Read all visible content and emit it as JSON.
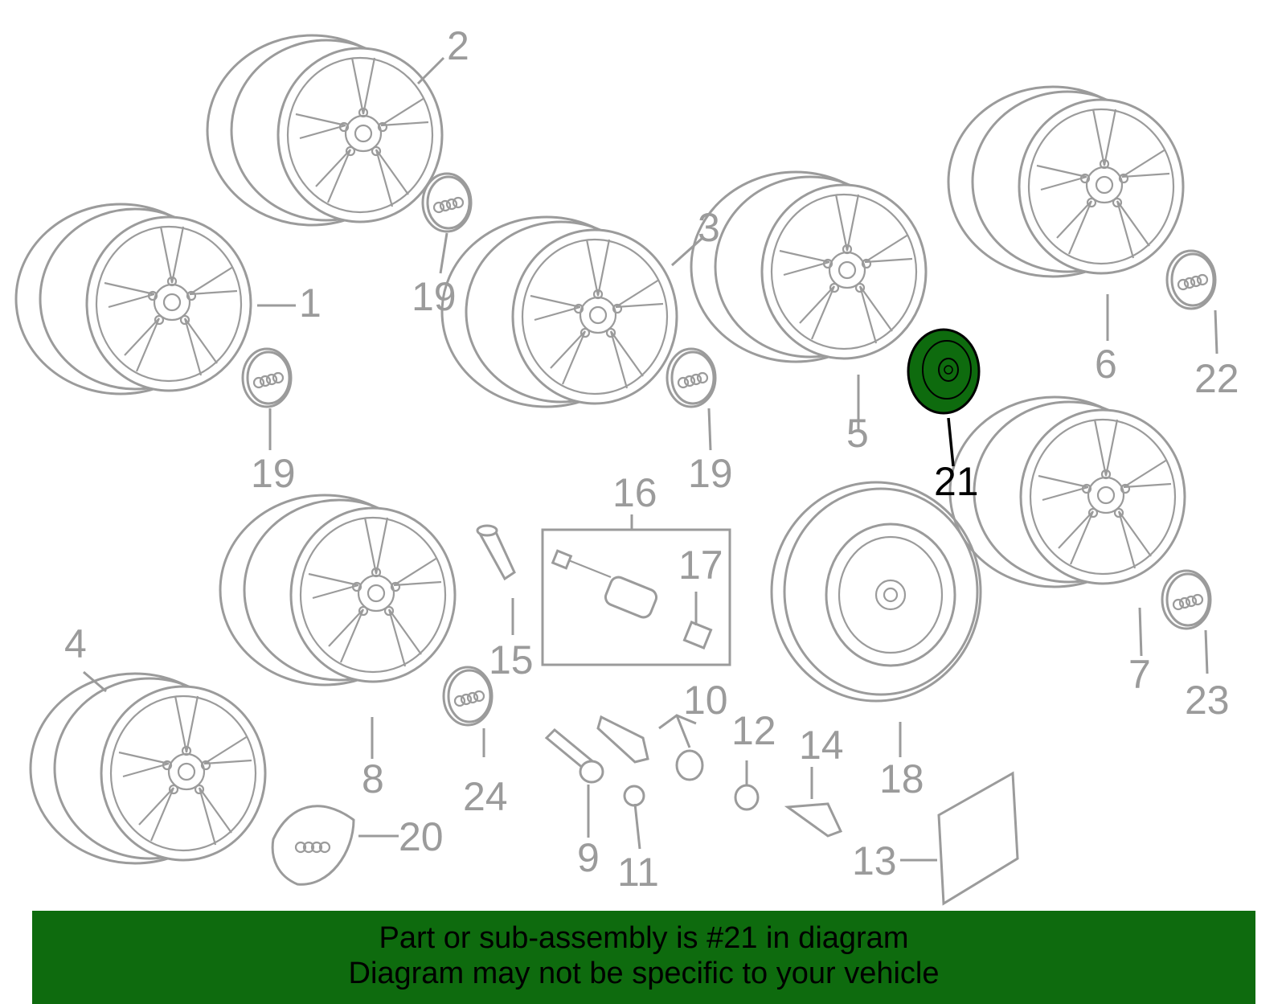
{
  "callouts": {
    "c1": "1",
    "c2": "2",
    "c3": "3",
    "c4": "4",
    "c5": "5",
    "c6": "6",
    "c7": "7",
    "c8": "8",
    "c9": "9",
    "c10": "10",
    "c11": "11",
    "c12": "12",
    "c13": "13",
    "c14": "14",
    "c15": "15",
    "c16": "16",
    "c17": "17",
    "c18": "18",
    "c19a": "19",
    "c19b": "19",
    "c19c": "19",
    "c20": "20",
    "c21": "21",
    "c22": "22",
    "c23": "23",
    "c24": "24"
  },
  "highlight": {
    "part": "21",
    "color": "#0e6b0e"
  },
  "colors": {
    "line_art": "#9b9b9b",
    "banner_bg": "#0e6b0e"
  },
  "banner": {
    "line1": "Part or sub-assembly is #21 in diagram",
    "line2": "Diagram may not be specific to your vehicle"
  }
}
